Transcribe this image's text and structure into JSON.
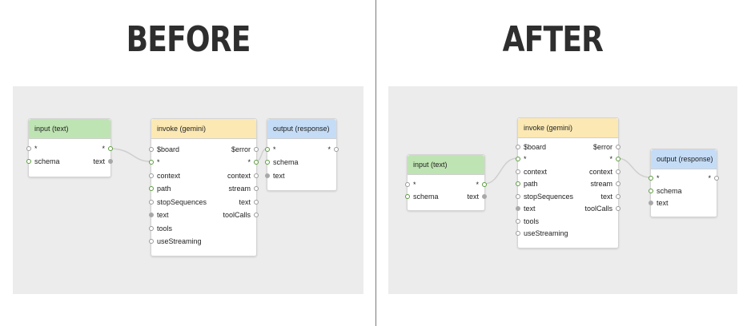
{
  "before": {
    "title": "BEFORE",
    "input_node": {
      "title": "input (text)",
      "ports_in": [
        "*",
        "schema"
      ],
      "ports_out": [
        "*",
        "text"
      ]
    },
    "invoke_node": {
      "title": "invoke (gemini)",
      "ports_in": [
        "$board",
        "*",
        "context",
        "path",
        "stopSequences",
        "text",
        "tools",
        "useStreaming"
      ],
      "ports_out": [
        "$error",
        "*",
        "context",
        "stream",
        "text",
        "toolCalls"
      ]
    },
    "output_node": {
      "title": "output (response)",
      "ports_in": [
        "*",
        "schema",
        "text"
      ],
      "ports_out": [
        "*"
      ]
    }
  },
  "after": {
    "title": "AFTER",
    "input_node": {
      "title": "input (text)",
      "ports_in": [
        "*",
        "schema"
      ],
      "ports_out": [
        "*",
        "text"
      ]
    },
    "invoke_node": {
      "title": "invoke (gemini)",
      "ports_in": [
        "$board",
        "*",
        "context",
        "path",
        "stopSequences",
        "text",
        "tools",
        "useStreaming"
      ],
      "ports_out": [
        "$error",
        "*",
        "context",
        "stream",
        "text",
        "toolCalls"
      ]
    },
    "output_node": {
      "title": "output (response)",
      "ports_in": [
        "*",
        "schema",
        "text"
      ],
      "ports_out": [
        "*"
      ]
    }
  },
  "colors": {
    "input_header": "#bfe4b3",
    "invoke_header": "#fbe8b3",
    "output_header": "#c5dcf6",
    "connected_port": "#5b9a3e",
    "canvas": "#ececec"
  }
}
